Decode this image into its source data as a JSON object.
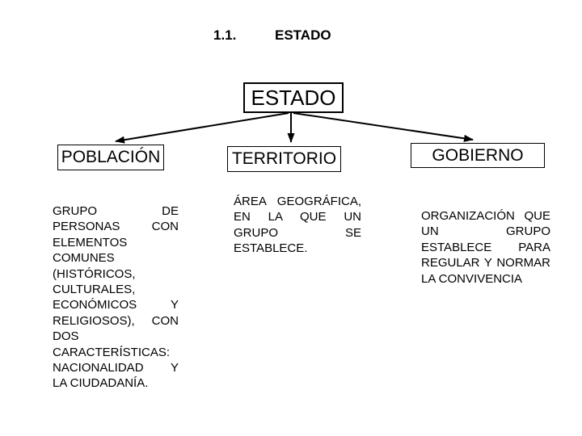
{
  "slide": {
    "title": {
      "number": "1.1.",
      "text": "ESTADO"
    },
    "root": {
      "label": "ESTADO"
    },
    "edges": [
      {
        "from": "ESTADO",
        "to": "POBLACIÓN"
      },
      {
        "from": "ESTADO",
        "to": "TERRITORIO"
      },
      {
        "from": "ESTADO",
        "to": "GOBIERNO"
      }
    ],
    "nodes": {
      "poblacion": {
        "label": "POBLACIÓN",
        "desc_lines": [
          "GRUPO DE",
          "PERSONAS CON",
          "ELEMENTOS",
          "COMUNES",
          "(HISTÓRICOS,",
          "CULTURALES,",
          "ECONÓMICOS Y",
          "RELIGIOSOS), CON",
          "DOS",
          "CARACTERÍSTICAS:",
          "NACIONALIDAD Y",
          "LA CIUDADANÍA."
        ]
      },
      "territorio": {
        "label": "TERRITORIO",
        "desc_lines": [
          "ÁREA GEOGRÁFICA,",
          "EN LA QUE UN",
          "GRUPO SE",
          "ESTABLECE."
        ]
      },
      "gobierno": {
        "label": "GOBIERNO",
        "desc_lines": [
          "ORGANIZACIÓN QUE",
          "UN GRUPO",
          "ESTABLECE PARA",
          "REGULAR Y NORMAR",
          "LA CONVIVENCIA"
        ]
      }
    },
    "colors": {
      "background": "#ffffff",
      "line": "#000000",
      "text": "#000000"
    }
  }
}
